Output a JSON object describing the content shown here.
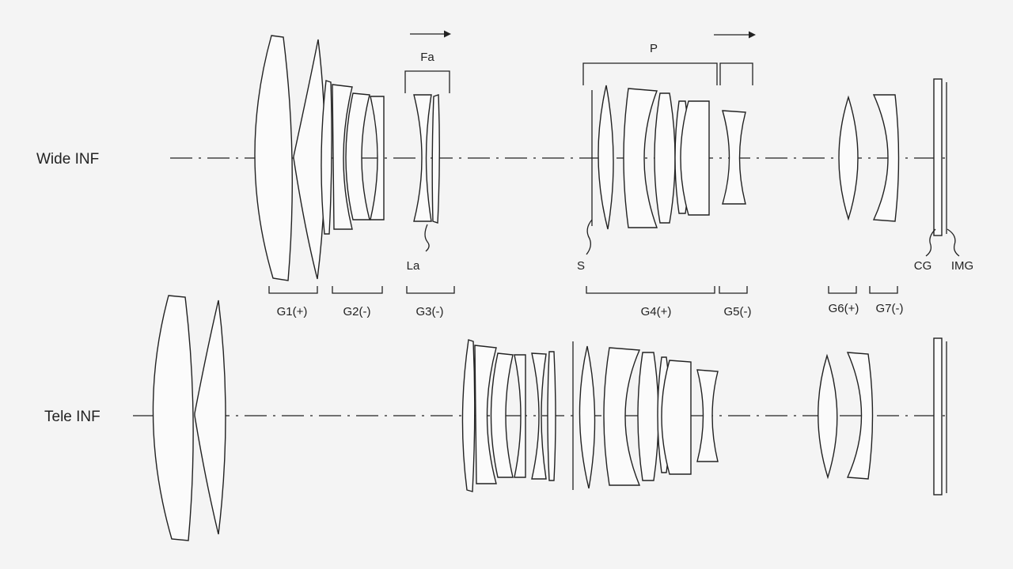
{
  "rows": {
    "wide": "Wide INF",
    "tele": "Tele INF"
  },
  "labels": {
    "fa": "Fa",
    "p": "P",
    "la": "La",
    "s": "S",
    "cg": "CG",
    "img": "IMG"
  },
  "groups": {
    "g1": "G1(+)",
    "g2": "G2(-)",
    "g3": "G3(-)",
    "g4": "G4(+)",
    "g5": "G5(-)",
    "g6": "G6(+)",
    "g7": "G7(-)"
  },
  "colors": {
    "line": "#222222",
    "background": "#f4f4f4"
  }
}
